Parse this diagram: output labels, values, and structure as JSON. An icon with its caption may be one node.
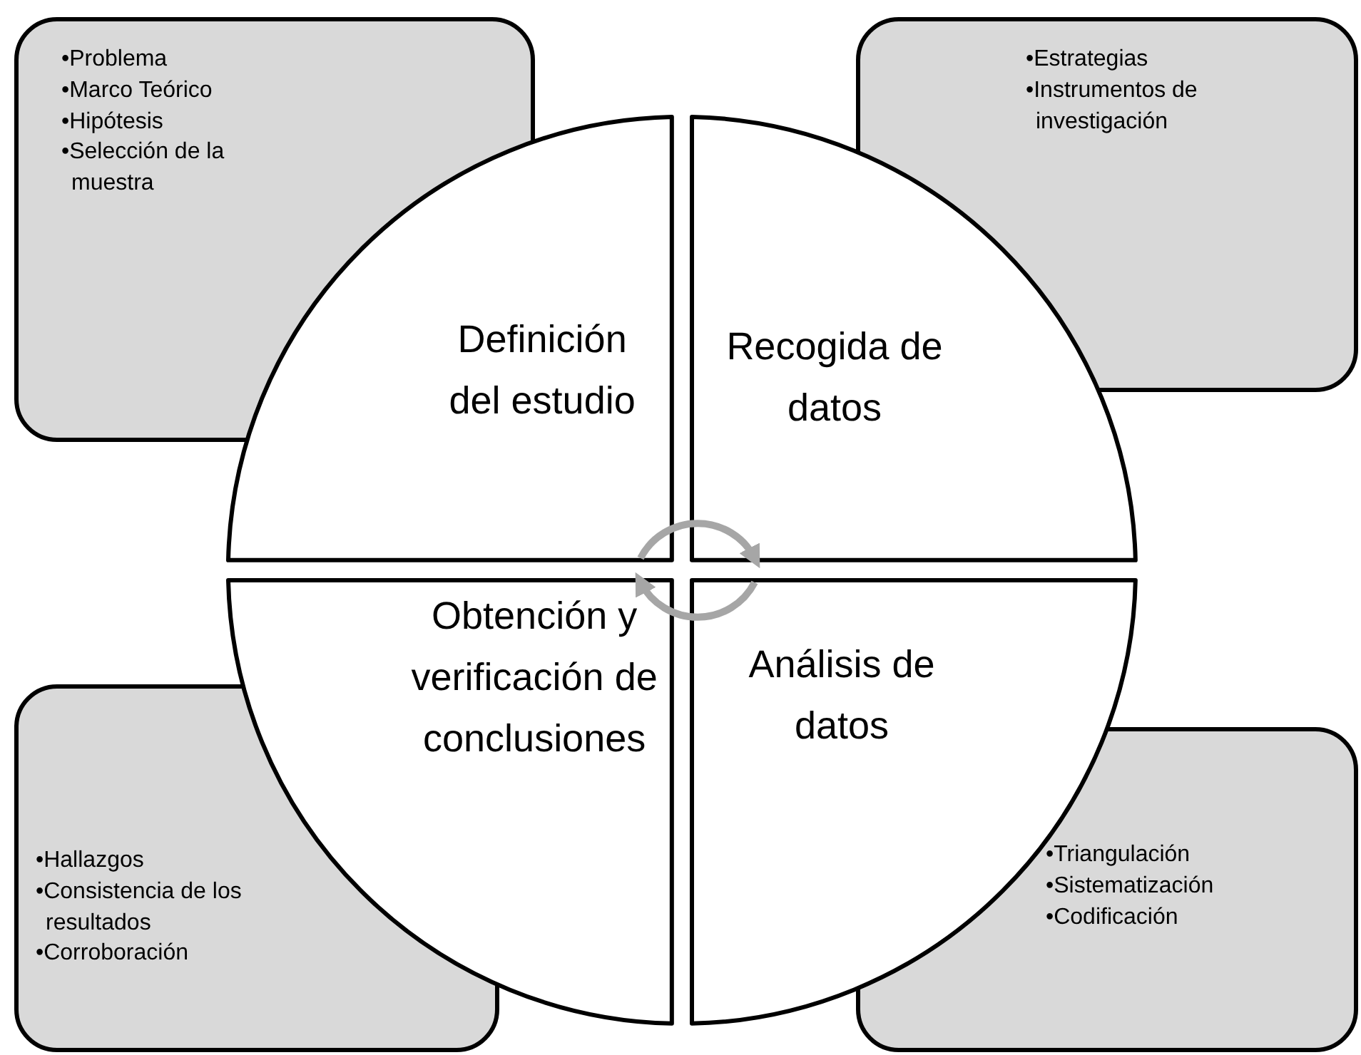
{
  "diagram": {
    "nodes": [
      {
        "text": [
          "•Problema",
          "•Marco Teórico",
          "•Hipótesis",
          "•Selección de la muestra"
        ]
      },
      {
        "text": [
          "•Estrategias",
          "•Instrumentos de investigación"
        ]
      },
      {
        "text": [
          "Definición del estudio"
        ]
      },
      {
        "text": [
          "Recogida de datos"
        ]
      },
      {
        "text": [
          "Obtención y verificación de conclusiones"
        ]
      },
      {
        "text": [
          "Análisis de datos"
        ]
      },
      {
        "text": [
          "•Hallazgos",
          "•Consistencia de los resultados",
          "•Corroboración"
        ]
      },
      {
        "text": [
          "•Triangulación",
          "•Sistematización",
          "•Codificación"
        ]
      }
    ],
    "edges": [
      {
        "from": 2,
        "to": 3,
        "arrow": "to"
      },
      {
        "from": 5,
        "to": 4,
        "arrow": "to"
      }
    ]
  }
}
